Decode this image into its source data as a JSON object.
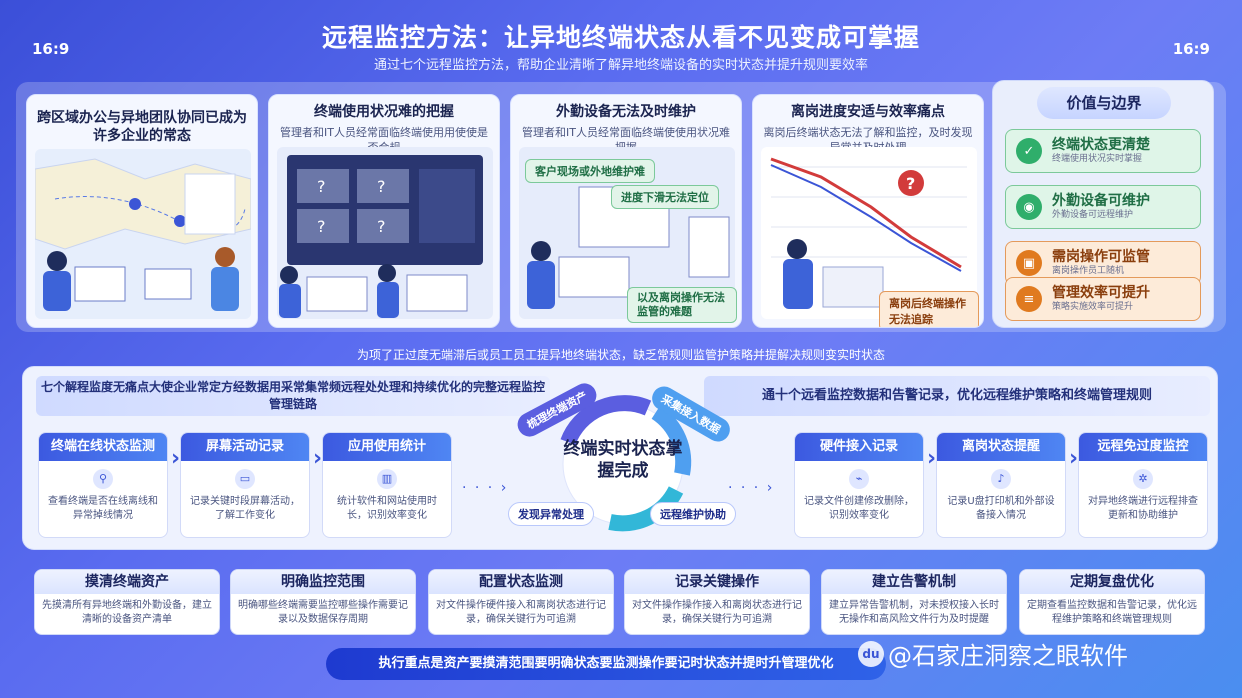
{
  "ratio_label": "16:9",
  "header": {
    "title": "远程监控方法：让异地终端状态从看不见变成可掌握",
    "subtitle": "通过七个远程监控方法，帮助企业清晰了解异地终端设备的实时状态并提升规则要效率"
  },
  "problem_cards": [
    {
      "title": "跨区域办公与异地团队协同已成为许多企业的常态",
      "desc": ""
    },
    {
      "title": "终端使用状况难的把握",
      "desc": "管理者和IT人员经常面临终端使用用使使是否合规"
    },
    {
      "title": "外勤设备无法及时维护",
      "desc": "管理者和IT人员经常面临终端使使用状况难把握",
      "tags": [
        "客户现场或外地维护难",
        "进度下滑无法定位",
        "以及离岗操作无法监管的难题"
      ]
    },
    {
      "title": "离岗进度安适与效率痛点",
      "desc": "离岗后终端状态无法了解和监控，及时发现异常并及时处理",
      "tags": [
        "离岗后终端操作无法追踪"
      ]
    }
  ],
  "value_panel": {
    "title": "价值与边界",
    "items": [
      {
        "label": "终端状态更清楚",
        "sub": "终端使用状况实时掌握",
        "color": "#2fae6b",
        "bg": "#dff5e8",
        "icon": "shield-icon"
      },
      {
        "label": "外勤设备可维护",
        "sub": "外勤设备可远程维护",
        "color": "#2fae6b",
        "bg": "#dff5e8",
        "icon": "location-icon"
      },
      {
        "label": "需岗操作可监管",
        "sub": "离岗操作员工随机",
        "color": "#e07a1f",
        "bg": "#fdebd9",
        "icon": "monitor-icon"
      },
      {
        "label": "管理效率可提升",
        "sub": "策略实施效率可提升",
        "color": "#e07a1f",
        "bg": "#fdebd9",
        "icon": "document-icon"
      }
    ]
  },
  "mid_text": "为项了正过度无端滞后或员工员工提异地终端状态，缺乏常规则监管护策略并提解决规则变实时状态",
  "banners": {
    "left": "七个解程监度无痛点大使企业常定方经数据用采常集常频远程处处理和持续优化的完整远程监控管理链路",
    "right": "通十个远看监控数据和告警记录，优化远程维护策略和终端管理规则"
  },
  "steps": [
    {
      "label": "终端在线状态监测",
      "desc": "查看终端是否在线离线和异常掉线情况",
      "icon": "link-icon"
    },
    {
      "label": "屏幕活动记录",
      "desc": "记录关键时段屏幕活动，了解工作变化",
      "icon": "screen-icon"
    },
    {
      "label": "应用使用统计",
      "desc": "统计软件和网站使用时长，识别效率变化",
      "icon": "chart-icon"
    },
    {
      "label": "硬件接入记录",
      "desc": "记录文件创建修改删除，识别效率变化",
      "icon": "usb-icon"
    },
    {
      "label": "离岗状态提醒",
      "desc": "记录U盘打印机和外部设备接入情况",
      "icon": "bell-icon"
    },
    {
      "label": "远程免过度监控",
      "desc": "对异地终端进行远程排查更新和协助维护",
      "icon": "gear-icon"
    }
  ],
  "cycle": {
    "center": "终端实时状态掌握完成",
    "pills": [
      "梳理终端资产",
      "采集接入数据",
      "发现异常处理",
      "远程维护协助"
    ]
  },
  "bottom_cards": [
    {
      "title": "摸清终端资产",
      "desc": "先摸清所有异地终端和外勤设备，建立清晰的设备资产清单"
    },
    {
      "title": "明确监控范围",
      "desc": "明确哪些终端需要监控哪些操作需要记录以及数据保存周期"
    },
    {
      "title": "配置状态监测",
      "desc": "对文件操作硬件接入和离岗状态进行记录，确保关键行为可追溯"
    },
    {
      "title": "记录关键操作",
      "desc": "对文件操作操作接入和离岗状态进行记录，确保关键行为可追溯"
    },
    {
      "title": "建立告警机制",
      "desc": "建立异常告警机制，对未授权接入长时无操作和高风险文件行为及时提醒"
    },
    {
      "title": "定期复盘优化",
      "desc": "定期查看监控数据和告警记录，优化远程维护策略和终端管理规则"
    }
  ],
  "footer": "执行重点是资产要摸清范围要明确状态要监测操作要记时状态并提时升管理优化",
  "watermark": "@石家庄洞察之眼软件",
  "watermark_logo": "du"
}
